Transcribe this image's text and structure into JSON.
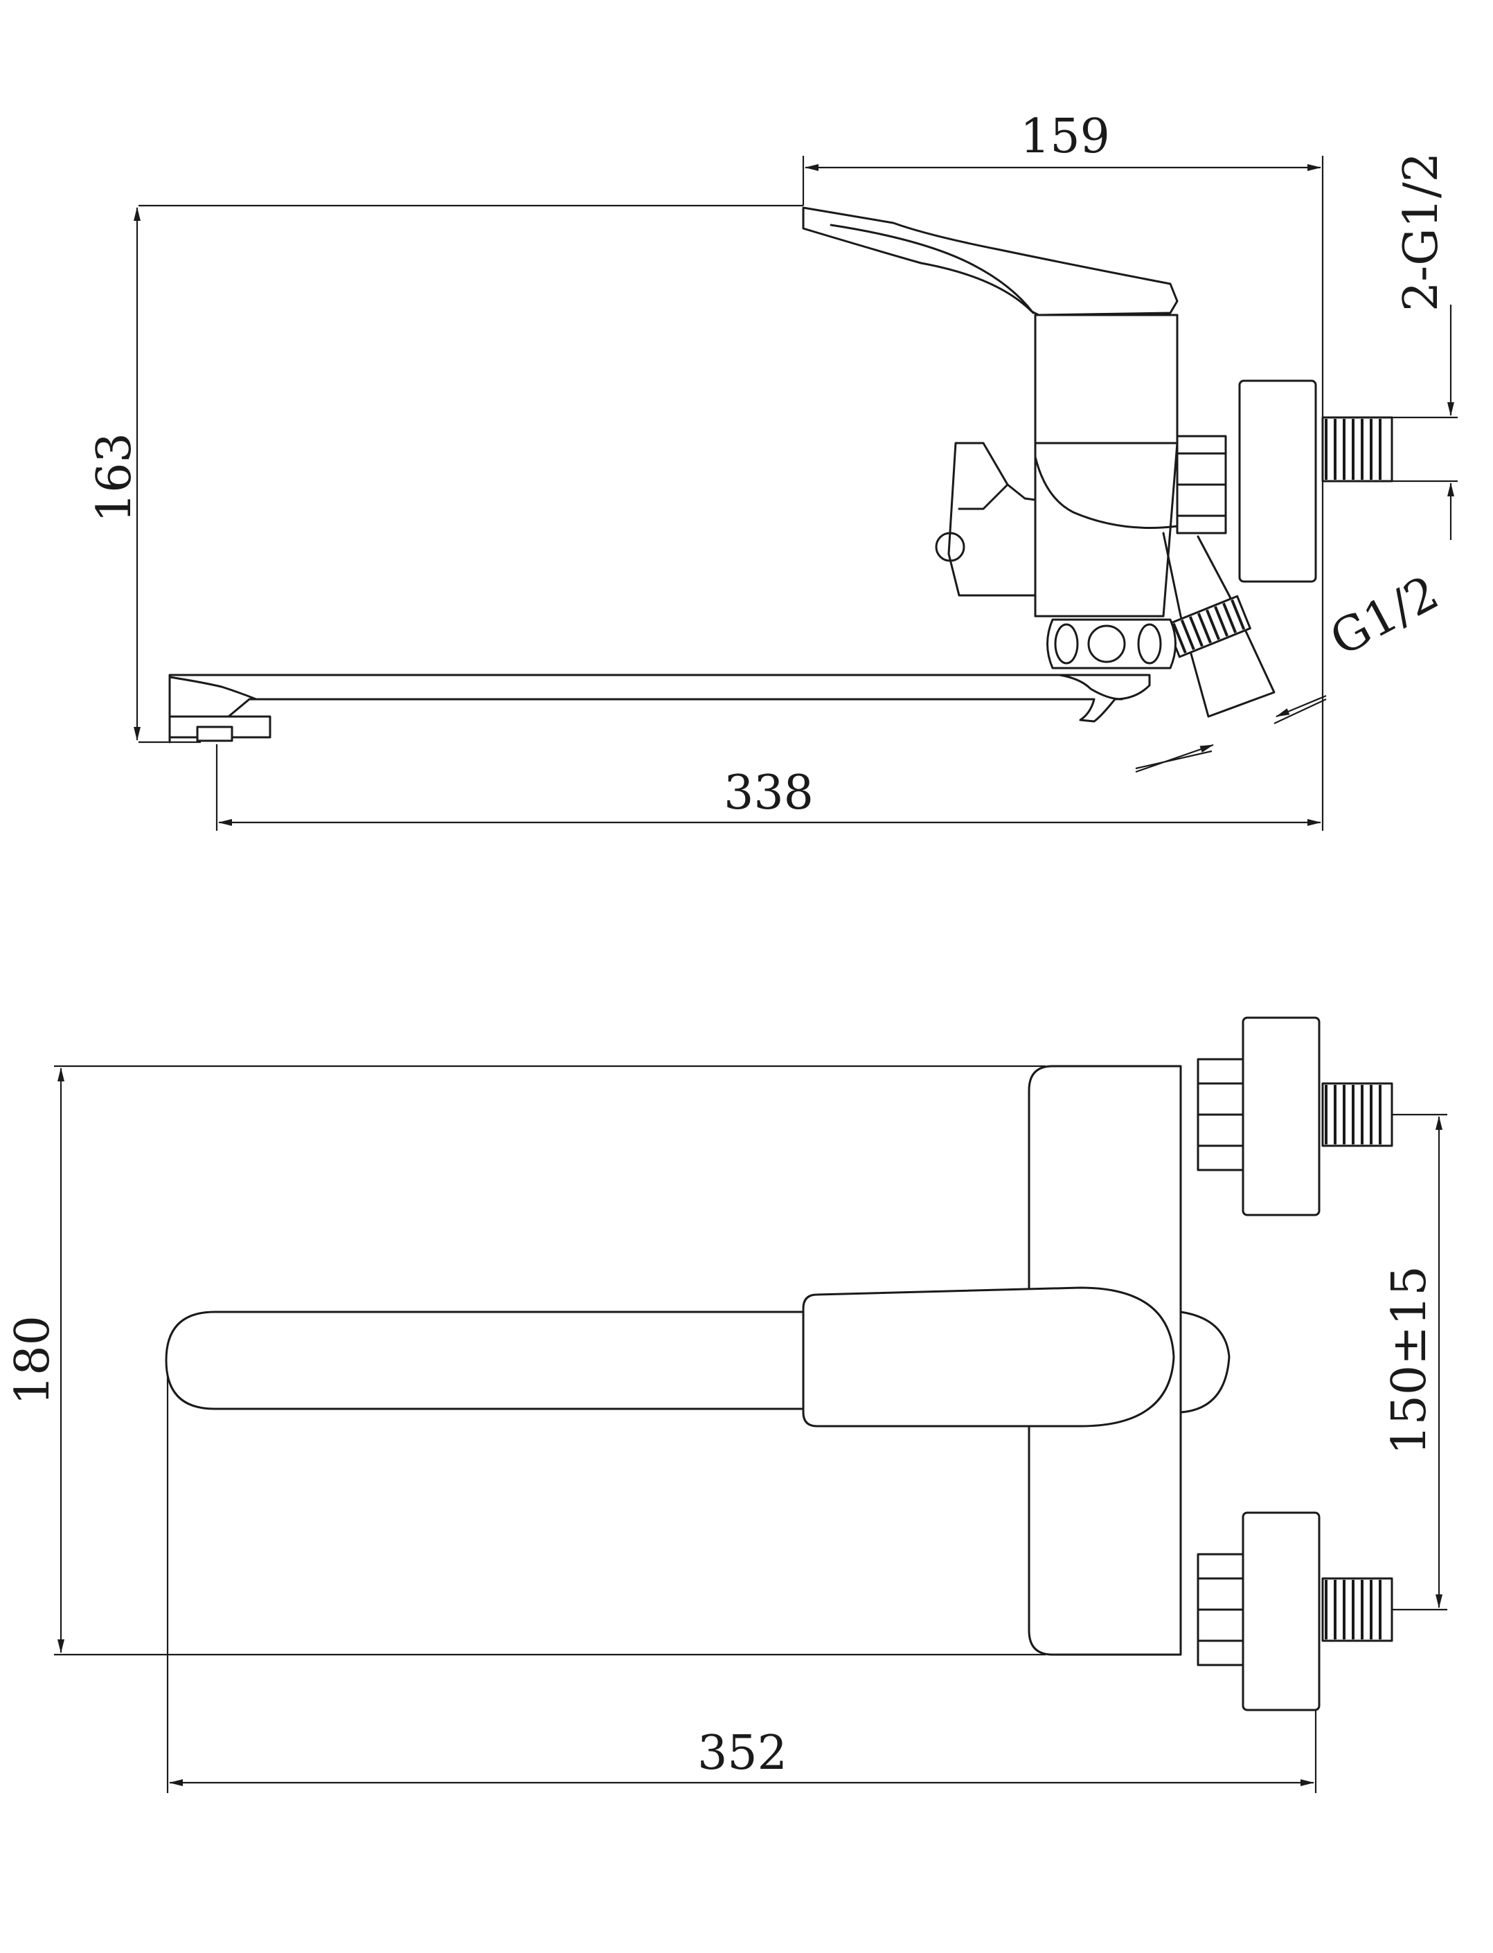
{
  "top_view": {
    "dimensions": {
      "height": "163",
      "handle_reach": "159",
      "spout_length": "338",
      "inlet_thread": "2-G1/2",
      "outlet_thread": "G1/2"
    }
  },
  "plan_view": {
    "dimensions": {
      "depth": "180",
      "total_length": "352",
      "inlet_spacing": "150±15"
    }
  },
  "colors": {
    "line": "#1a1a1a",
    "background": "#ffffff"
  }
}
